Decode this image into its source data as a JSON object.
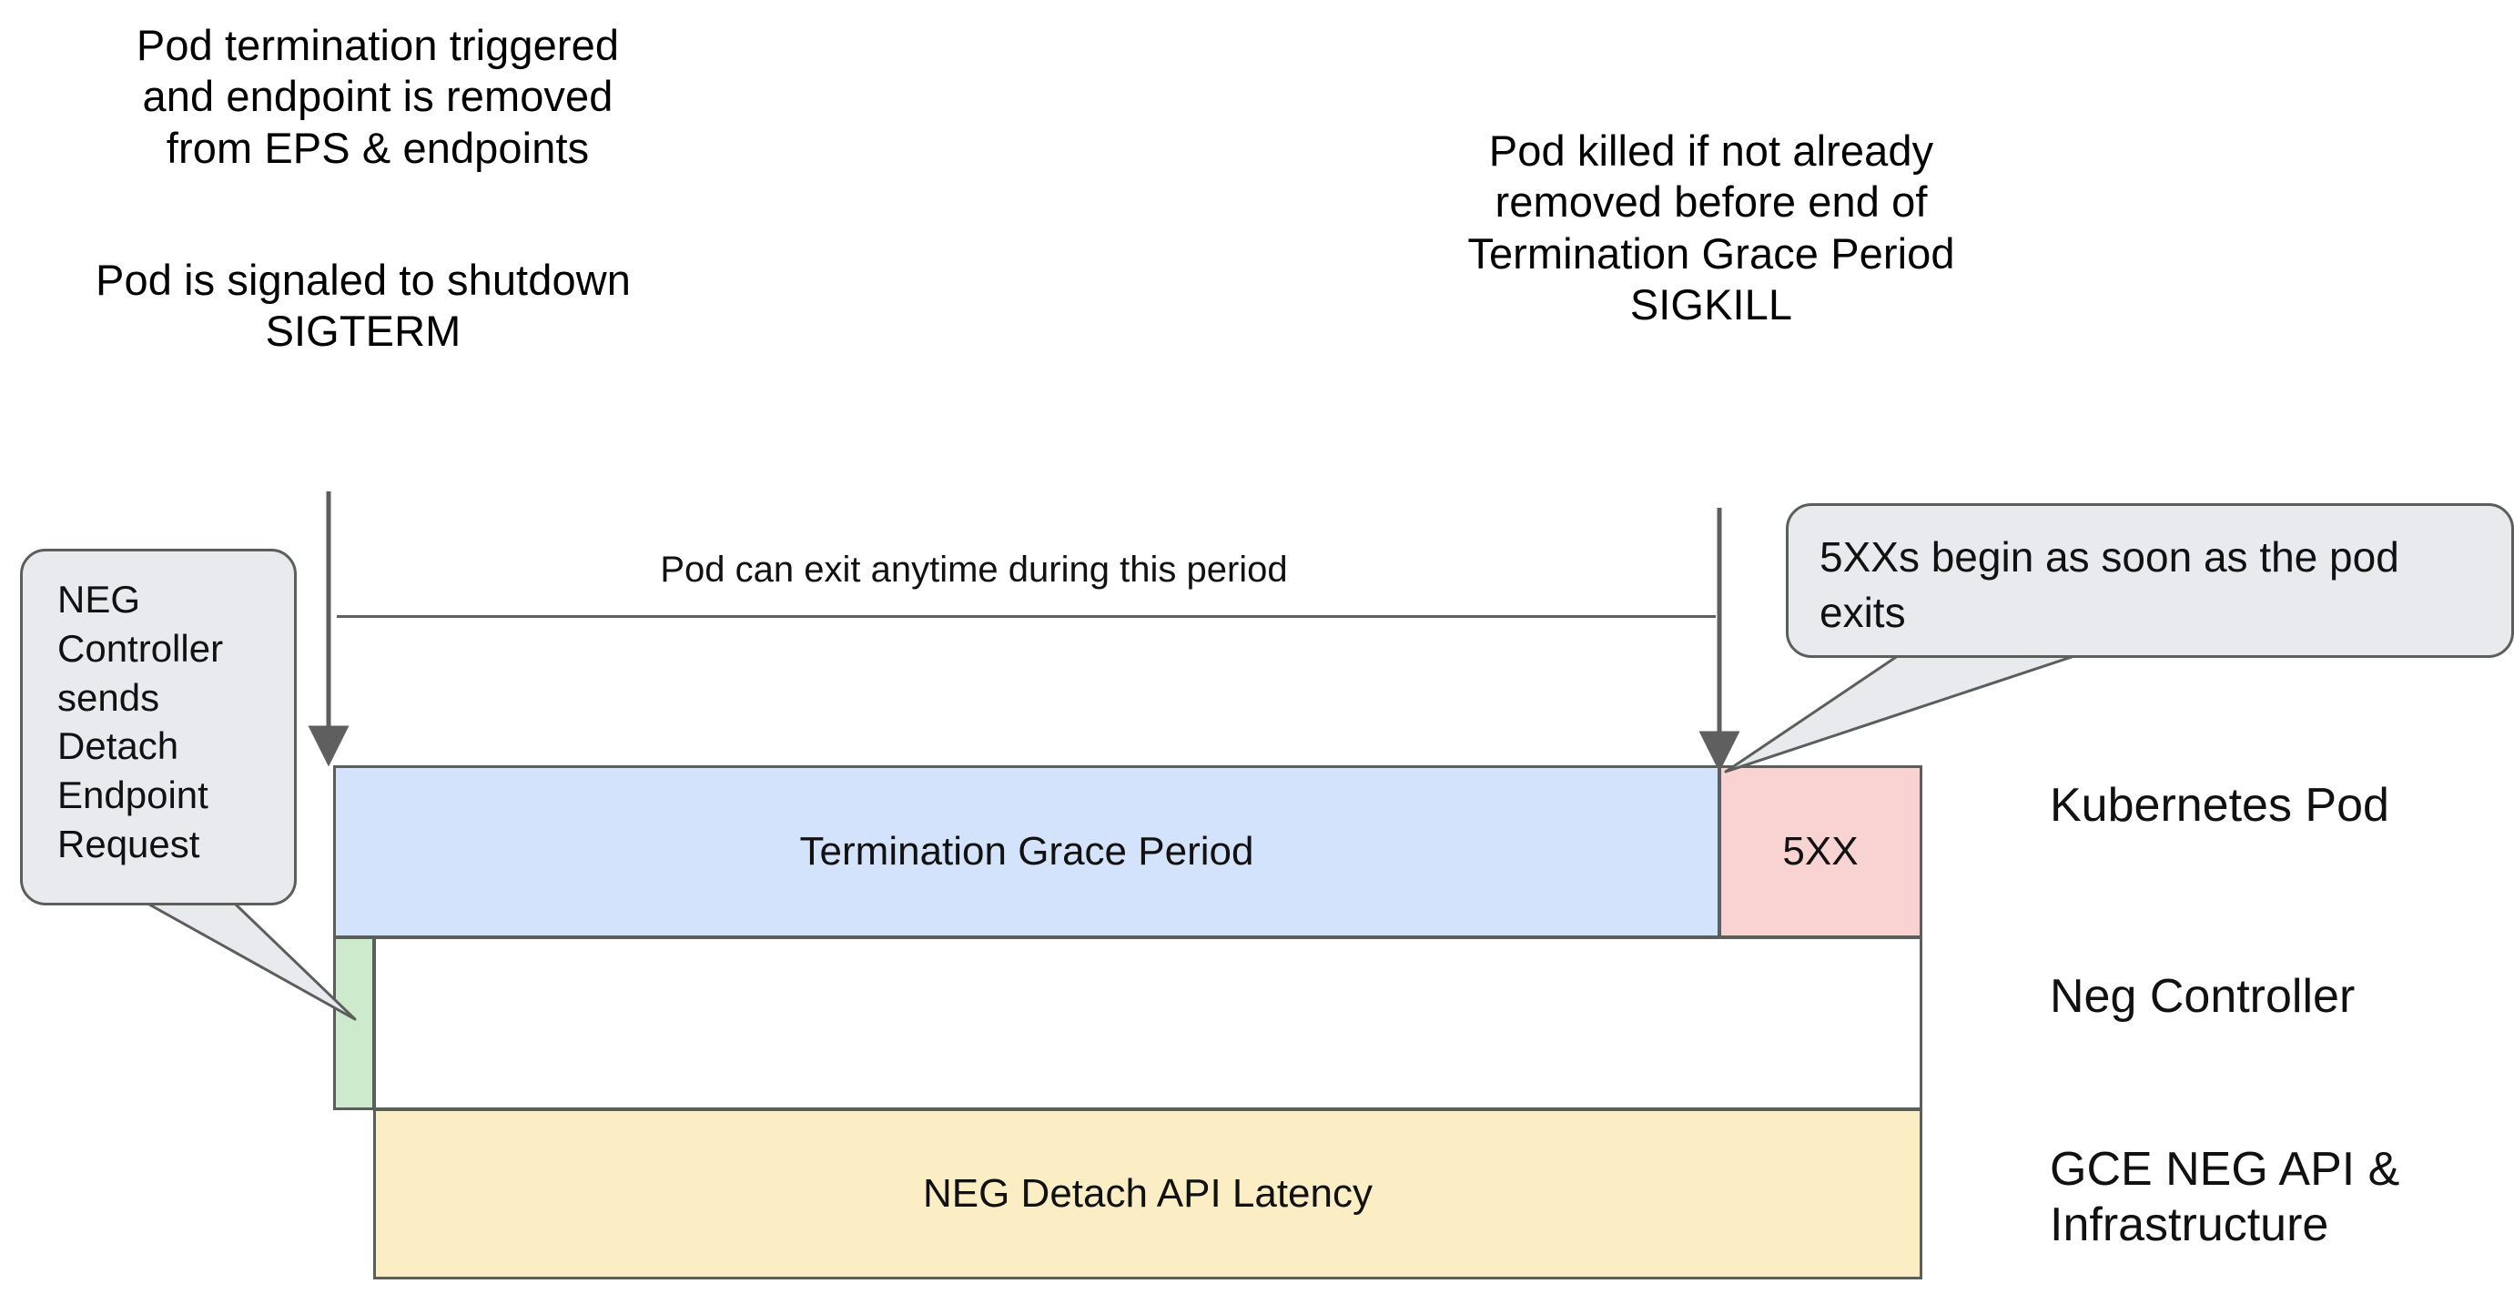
{
  "diagram": {
    "title_implicit": "Kubernetes Pod termination and NEG detach timeline",
    "background_color": "#ffffff",
    "annotations": {
      "pod_termination_note": "Pod termination triggered\nand endpoint is removed\nfrom EPS & endpoints",
      "pod_sigterm_note": "Pod is signaled to shutdown\nSIGTERM",
      "pod_sigkill_note": "Pod killed if not already\nremoved before end of\nTermination Grace Period\nSIGKILL",
      "span_caption": "Pod can exit anytime during this period"
    },
    "callouts": [
      {
        "id": "neg-detach-callout",
        "text": "NEG\nController\nsends\nDetach\nEndpoint\nRequest",
        "fill": "#e8eaed",
        "stroke": "#5a5f5c",
        "points_to": "neg-controller-green-bar"
      },
      {
        "id": "five-xx-callout",
        "text": "5XXs begin as soon as the pod exits",
        "fill": "#e8eaed",
        "stroke": "#5a5f5c",
        "points_to": "5xx-bar"
      }
    ],
    "lanes": [
      {
        "id": "kubernetes-pod",
        "label": "Kubernetes Pod"
      },
      {
        "id": "neg-controller",
        "label": "Neg Controller"
      },
      {
        "id": "gce-neg-api",
        "label": "GCE NEG API &\nInfrastructure"
      }
    ],
    "bars": [
      {
        "id": "termination-grace-period",
        "label": "Termination Grace Period",
        "lane": "kubernetes-pod",
        "fill": "#d4e3fc",
        "stroke": "#5a5f5c"
      },
      {
        "id": "5xx",
        "label": "5XX",
        "lane": "kubernetes-pod",
        "fill": "#f9d2d2",
        "stroke": "#5a5f5c"
      },
      {
        "id": "neg-detach-trigger",
        "label": "",
        "lane": "neg-controller",
        "fill": "#cdeacd",
        "stroke": "#5a5f5c"
      },
      {
        "id": "neg-controller-idle",
        "label": "",
        "lane": "neg-controller",
        "fill": "#ffffff",
        "stroke": "#5a5f5c"
      },
      {
        "id": "neg-detach-api-latency",
        "label": "NEG Detach API Latency",
        "lane": "gce-neg-api",
        "fill": "#fceec4",
        "stroke": "#5a5f5c"
      }
    ],
    "arrows": [
      {
        "id": "sigterm-arrow",
        "direction": "down",
        "color": "#5f5f5f"
      },
      {
        "id": "sigkill-arrow",
        "direction": "down",
        "color": "#5f5f5f"
      }
    ],
    "colors": {
      "blue": "#d4e3fc",
      "pink": "#f9d2d2",
      "green": "#cdeacd",
      "yellow": "#fceec4",
      "bubble_gray": "#e8eaed",
      "stroke": "#5a5f5c",
      "text": "#111111"
    }
  }
}
